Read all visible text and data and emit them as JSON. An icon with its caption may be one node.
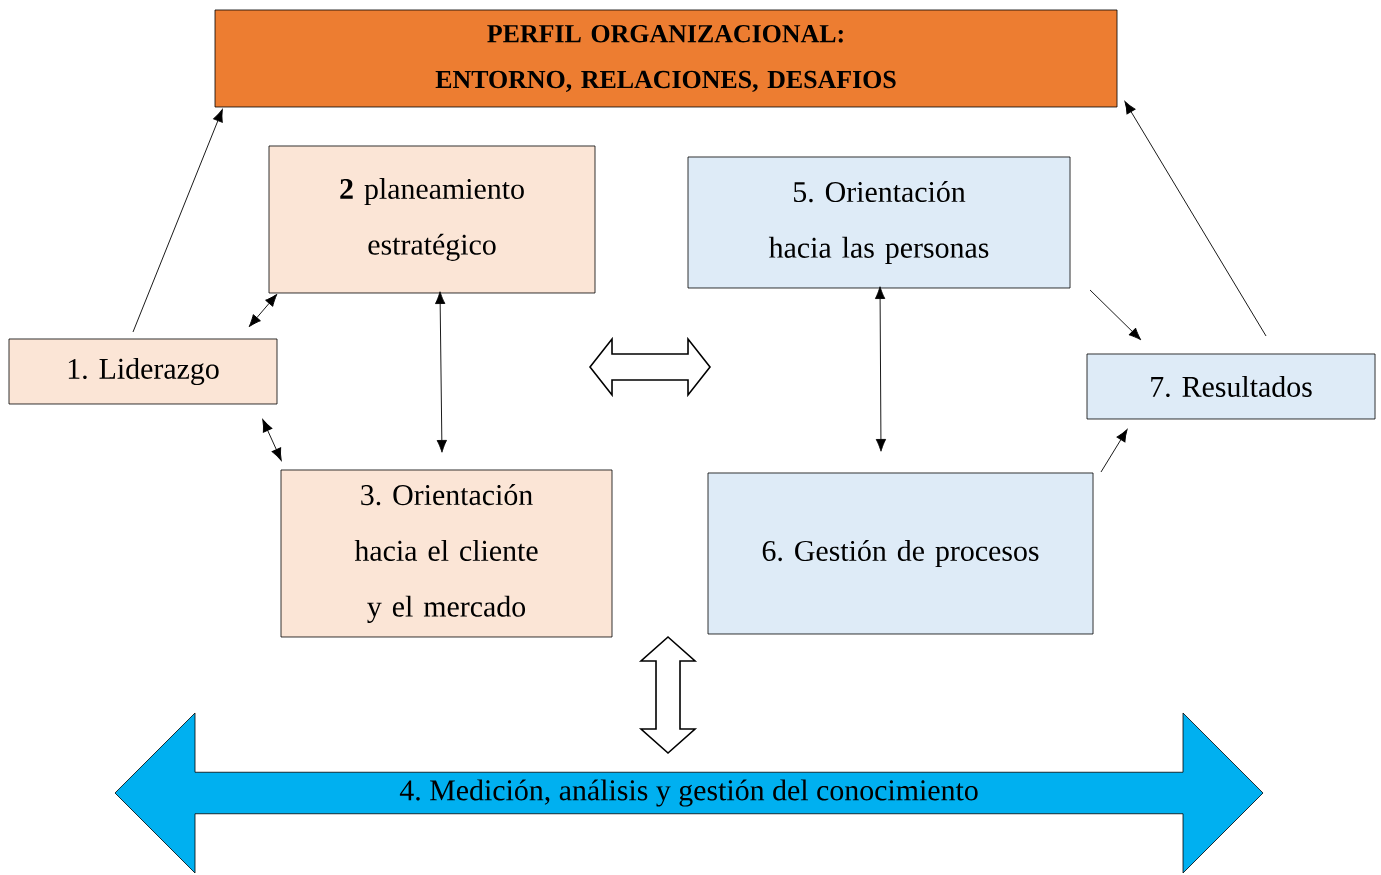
{
  "diagram": {
    "nodes": [
      {
        "text": [
          "PERFIL ORGANIZACIONAL: ENTORNO, RELACIONES, DESAFIOS"
        ]
      },
      {
        "text": [
          "1. Liderazgo"
        ]
      },
      {
        "text": [
          "**2** planeamiento estratégico"
        ]
      },
      {
        "text": [
          "3. Orientación hacia el cliente y el mercado"
        ]
      },
      {
        "text": [
          "5. Orientación hacia las personas"
        ]
      },
      {
        "text": [
          "6. Gestión de procesos"
        ]
      },
      {
        "text": [
          "7. Resultados"
        ]
      },
      {
        "text": [
          "4. Medición, análisis y gestión del conocimiento"
        ]
      }
    ],
    "edges": [
      {
        "from": 1,
        "to": 0,
        "arrow": "to"
      },
      {
        "from": 1,
        "to": 2,
        "arrow": "both"
      },
      {
        "from": 1,
        "to": 3,
        "arrow": "both"
      },
      {
        "from": 2,
        "to": 3,
        "arrow": "both"
      },
      {
        "from": 4,
        "to": 5,
        "arrow": "both"
      },
      {
        "from": 4,
        "to": 6,
        "arrow": "to"
      },
      {
        "from": 5,
        "to": 6,
        "arrow": "to"
      },
      {
        "from": 6,
        "to": 0,
        "arrow": "to"
      },
      {
        "from": 3,
        "to": 7,
        "arrow": "both",
        "style": "thick"
      }
    ]
  }
}
